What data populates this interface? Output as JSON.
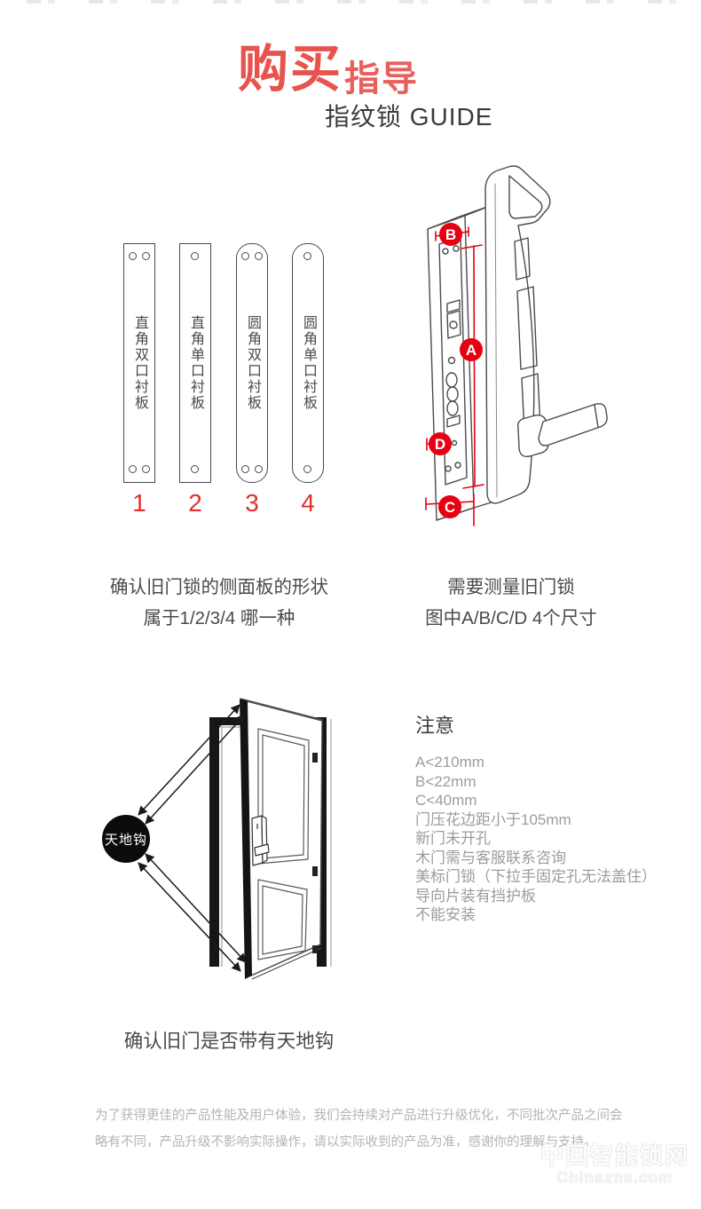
{
  "header": {
    "title_red_bold": "购买",
    "title_red_light": "指导",
    "subtitle": "指纹锁 GUIDE"
  },
  "plates_section": {
    "plates": [
      {
        "number": "1",
        "label": "直角双口衬板"
      },
      {
        "number": "2",
        "label": "直角单口衬板"
      },
      {
        "number": "3",
        "label": "圆角双口衬板"
      },
      {
        "number": "4",
        "label": "圆角单口衬板"
      }
    ],
    "caption_line1": "确认旧门锁的侧面板的形状",
    "caption_line2": "属于1/2/3/4 哪一种"
  },
  "measure_section": {
    "marker_a": "A",
    "marker_b": "B",
    "marker_c": "C",
    "marker_d": "D",
    "caption_line1": "需要测量旧门锁",
    "caption_line2": "图中A/B/C/D 4个尺寸"
  },
  "hook_section": {
    "hook_label": "天地钩",
    "caption": "确认旧门是否带有天地钩"
  },
  "notice": {
    "heading": "注意",
    "items": [
      "A<210mm",
      "B<22mm",
      "C<40mm",
      "门压花边距小于105mm",
      "新门未开孔",
      "木门需与客服联系咨询",
      "美标门锁（下拉手固定孔无法盖住）",
      "导向片装有挡护板",
      "不能安装"
    ]
  },
  "footer": {
    "line1": "为了获得更佳的产品性能及用户体验，我们会持续对产品进行升级优化，不同批次产品之间会",
    "line2": "略有不同，产品升级不影响实际操作，请以实际收到的产品为准，感谢你的理解与支持。"
  },
  "watermark": {
    "line1": "中国智能锁网",
    "line2": "Chinazns.com"
  },
  "colors": {
    "accent_red": "#e60012",
    "title_red": "#e8534e",
    "number_red": "#e0302b"
  }
}
